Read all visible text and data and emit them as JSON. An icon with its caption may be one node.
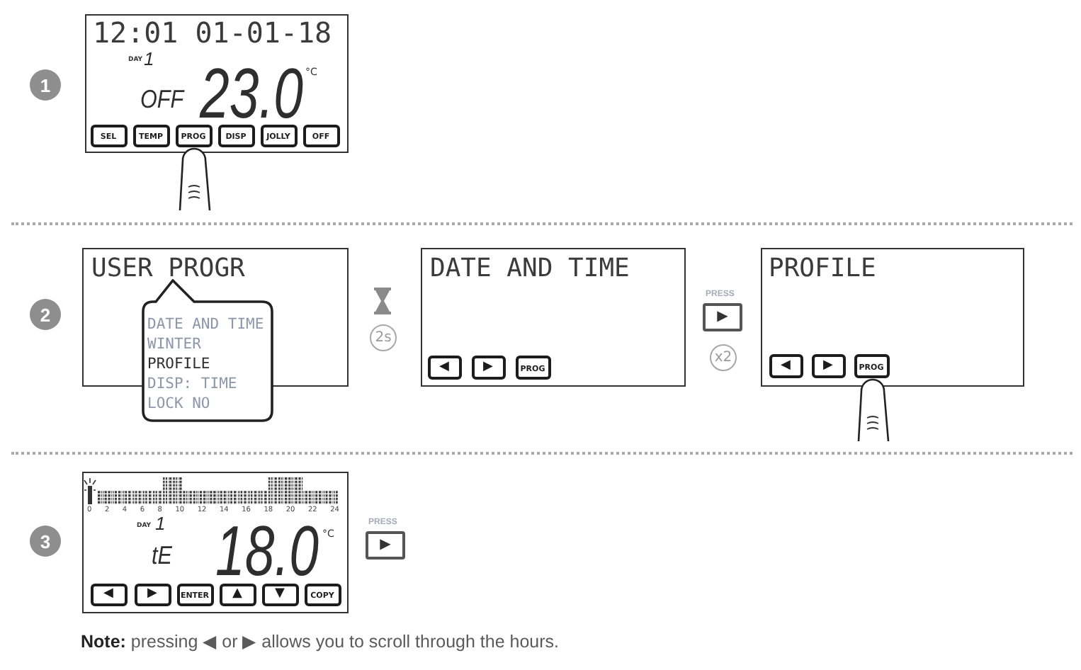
{
  "diagram": {
    "nodes": [
      {
        "text": [
          "1"
        ]
      },
      {
        "text": [
          "12:01 01-01-18",
          "DAY",
          "1",
          "OFF",
          "23.0",
          "°C"
        ]
      },
      {
        "text": [
          "SEL"
        ],
        "in": 1
      },
      {
        "text": [
          "TEMP"
        ],
        "in": 1
      },
      {
        "text": [
          "PROG"
        ],
        "in": 1
      },
      {
        "text": [
          "DISP"
        ],
        "in": 1
      },
      {
        "text": [
          "JOLLY"
        ],
        "in": 1
      },
      {
        "text": [
          "OFF"
        ],
        "in": 1
      },
      {
        "text": [
          "2"
        ]
      },
      {
        "text": [
          "USER PROGR"
        ]
      },
      {
        "text": [
          "DATE AND TIME",
          "WINTER",
          "PROFILE",
          "DISP: TIME",
          "LOCK NO"
        ]
      },
      {
        "text": [
          "2s"
        ]
      },
      {
        "text": [
          "DATE AND TIME"
        ]
      },
      {
        "text": [
          "◀"
        ],
        "in": 12
      },
      {
        "text": [
          "▶"
        ],
        "in": 12
      },
      {
        "text": [
          "PROG"
        ],
        "in": 12
      },
      {
        "text": [
          "PRESS",
          "▶"
        ]
      },
      {
        "text": [
          "x2"
        ]
      },
      {
        "text": [
          "PROFILE"
        ]
      },
      {
        "text": [
          "◀"
        ],
        "in": 18
      },
      {
        "text": [
          "▶"
        ],
        "in": 18
      },
      {
        "text": [
          "PROG"
        ],
        "in": 18
      },
      {
        "text": [
          "3"
        ]
      },
      {
        "text": [
          "0 2 4 6 8 10 12 14 16 18 20 22 24",
          "DAY",
          "1",
          "tE",
          "18.0",
          "°C"
        ]
      },
      {
        "text": [
          "◀"
        ],
        "in": 23
      },
      {
        "text": [
          "▶"
        ],
        "in": 23
      },
      {
        "text": [
          "ENTER"
        ],
        "in": 23
      },
      {
        "text": [
          "▲"
        ],
        "in": 23
      },
      {
        "text": [
          "▼"
        ],
        "in": 23
      },
      {
        "text": [
          "COPY"
        ],
        "in": 23
      },
      {
        "text": [
          "PRESS",
          "▶"
        ]
      }
    ],
    "labels": [
      "**Note:** pressing ◀ or ▶ allows you to scroll through the hours."
    ]
  }
}
